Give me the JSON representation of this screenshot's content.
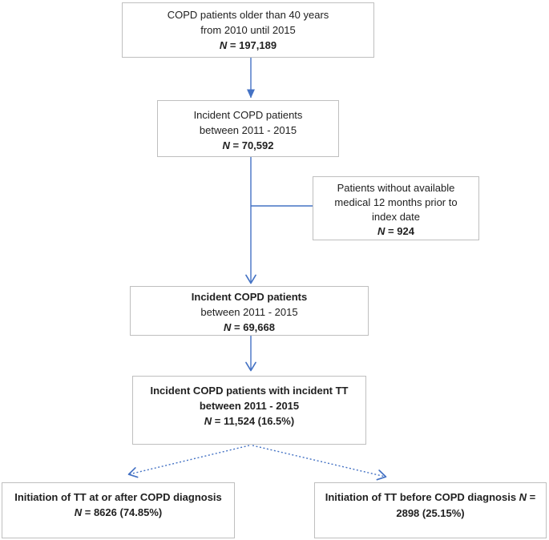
{
  "figure": {
    "type": "flowchart",
    "description": "COPD patient selection flow diagram"
  },
  "colors": {
    "arrow_blue": "#4472C4",
    "box_border": "#BFBFBF",
    "box_fill": "#FFFFFF",
    "text": "#212121"
  },
  "boxes": {
    "initial": {
      "lines": [
        {
          "segments": [
            {
              "text": "COPD patients older than 40 years"
            }
          ]
        },
        {
          "segments": [
            {
              "text": "from 2010 until 2015"
            }
          ]
        },
        {
          "segments": [
            {
              "text": "N",
              "bold": true,
              "italic": true
            },
            {
              "text": " = 197,189",
              "bold": true
            }
          ]
        }
      ]
    },
    "incident_2011_2015": {
      "lines": [
        {
          "segments": [
            {
              "text": "Incident COPD patients"
            }
          ]
        },
        {
          "segments": [
            {
              "text": "between 2011 - 2015"
            }
          ]
        },
        {
          "segments": [
            {
              "text": "N",
              "bold": true,
              "italic": true
            },
            {
              "text": " = 70,592",
              "bold": true
            }
          ]
        }
      ]
    },
    "excluded_no_medical_history": {
      "lines": [
        {
          "segments": [
            {
              "text": "Patients without available"
            }
          ]
        },
        {
          "segments": [
            {
              "text": "medical 12 months prior to"
            }
          ]
        },
        {
          "segments": [
            {
              "text": "index date"
            }
          ]
        },
        {
          "segments": [
            {
              "text": "N",
              "bold": true,
              "italic": true
            },
            {
              "text": " = 924",
              "bold": true
            }
          ]
        }
      ]
    },
    "incident_after_exclusion": {
      "lines": [
        {
          "segments": [
            {
              "text": "Incident COPD patients",
              "bold": true
            }
          ]
        },
        {
          "segments": [
            {
              "text": "between 2011 - 2015"
            }
          ]
        },
        {
          "segments": [
            {
              "text": "N",
              "bold": true,
              "italic": true
            },
            {
              "text": " = 69,668",
              "bold": true
            }
          ]
        }
      ]
    },
    "incident_tt": {
      "lines": [
        {
          "segments": [
            {
              "text": "Incident COPD patients with incident TT",
              "bold": true
            }
          ]
        },
        {
          "segments": [
            {
              "text": "between 2011 - 2015",
              "bold": true
            }
          ]
        },
        {
          "segments": [
            {
              "text": "N",
              "bold": true,
              "italic": true
            },
            {
              "text": " = 11,524 (16.5%)",
              "bold": true
            }
          ]
        }
      ]
    },
    "tt_at_or_after": {
      "lines": [
        {
          "segments": [
            {
              "text": "Initiation of TT at or after COPD diagnosis",
              "bold": true
            }
          ]
        },
        {
          "segments": [
            {
              "text": "N",
              "bold": true,
              "italic": true
            },
            {
              "text": " = 8626 (74.85%)",
              "bold": true
            }
          ]
        }
      ]
    },
    "tt_before": {
      "lines": [
        {
          "segments": [
            {
              "text": "Initiation of TT before COPD diagnosis ",
              "bold": true
            },
            {
              "text": "N",
              "bold": true,
              "italic": true
            },
            {
              "text": " = 2898 (25.15%)",
              "bold": true
            }
          ]
        }
      ]
    }
  },
  "arrows": [
    {
      "from": "initial",
      "to": "incident_2011_2015",
      "style": "solid",
      "head": "filled-triangle"
    },
    {
      "from": "incident_2011_2015",
      "to": "incident_after_exclusion",
      "style": "solid",
      "head": "open-vee"
    },
    {
      "from": "incident_2011_2015",
      "to": "excluded_no_medical_history",
      "style": "solid-branch",
      "head": "none"
    },
    {
      "from": "incident_after_exclusion",
      "to": "incident_tt",
      "style": "solid",
      "head": "open-vee"
    },
    {
      "from": "incident_tt",
      "to": "tt_at_or_after",
      "style": "dotted",
      "head": "open-vee"
    },
    {
      "from": "incident_tt",
      "to": "tt_before",
      "style": "dotted",
      "head": "open-vee"
    }
  ]
}
